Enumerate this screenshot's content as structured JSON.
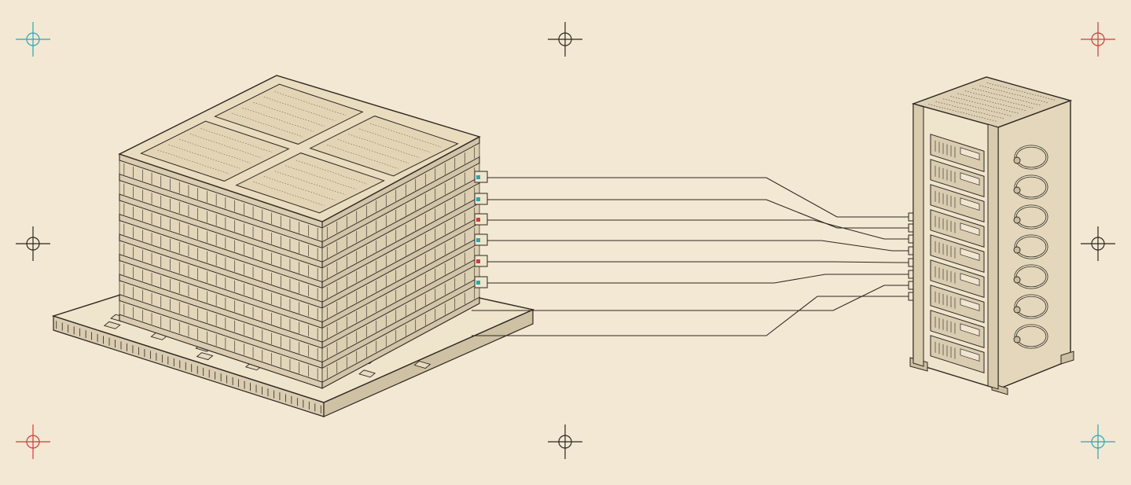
{
  "colors": {
    "paper": "#f3e8d3",
    "ink": "#2b2620",
    "panel": "#efe4cc",
    "panel_dark": "#d9ccb1",
    "accent_teal": "#2aa6b5",
    "accent_red": "#d23a3a"
  },
  "registration_marks": [
    {
      "name": "reg-mark-top-left",
      "tone": "teal"
    },
    {
      "name": "reg-mark-top-center",
      "tone": "ink"
    },
    {
      "name": "reg-mark-top-right",
      "tone": "red"
    },
    {
      "name": "reg-mark-middle-left",
      "tone": "ink"
    },
    {
      "name": "reg-mark-middle-right",
      "tone": "ink"
    },
    {
      "name": "reg-mark-bottom-left",
      "tone": "red"
    },
    {
      "name": "reg-mark-bottom-center",
      "tone": "ink"
    },
    {
      "name": "reg-mark-bottom-right",
      "tone": "teal"
    }
  ],
  "connections": [
    {
      "name": "cable-1",
      "from_port": "teal",
      "to_port": "teal"
    },
    {
      "name": "cable-2",
      "from_port": "teal",
      "to_port": "teal"
    },
    {
      "name": "cable-3",
      "from_port": "red",
      "to_port": "ink"
    },
    {
      "name": "cable-4",
      "from_port": "teal",
      "to_port": "red"
    },
    {
      "name": "cable-5",
      "from_port": "red",
      "to_port": "ink"
    },
    {
      "name": "cable-6",
      "from_port": "teal",
      "to_port": "teal"
    },
    {
      "name": "cable-7",
      "from_port": "none",
      "to_port": "red"
    },
    {
      "name": "cable-8",
      "from_port": "none",
      "to_port": "teal"
    }
  ],
  "server_stack": {
    "layers": 8
  },
  "rack": {
    "units": 9
  }
}
